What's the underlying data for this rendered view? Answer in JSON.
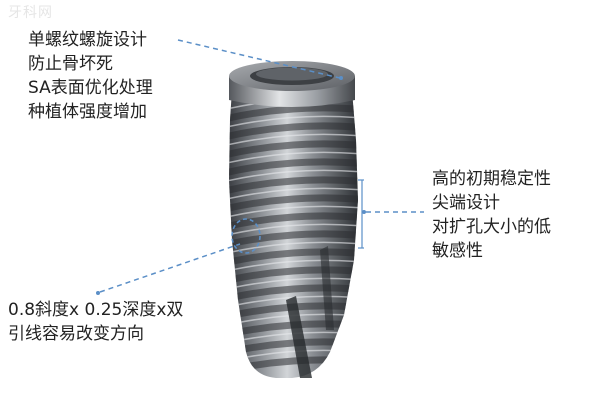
{
  "watermark": "牙科网",
  "labels": {
    "top_left": [
      "单螺纹螺旋设计",
      "防止骨坏死",
      "SA表面优化处理",
      "种植体强度增加"
    ],
    "right": [
      "高的初期稳定性",
      "尖端设计",
      "对扩孔大小的低",
      "敏感性"
    ],
    "bottom_left": [
      "0.8斜度x 0.25深度x双",
      "引线容易改变方向"
    ]
  },
  "colors": {
    "text": "#222222",
    "leader_line": "#5b8fc7",
    "implant_dark": "#4a4d52",
    "implant_light": "#c9ccd0"
  }
}
